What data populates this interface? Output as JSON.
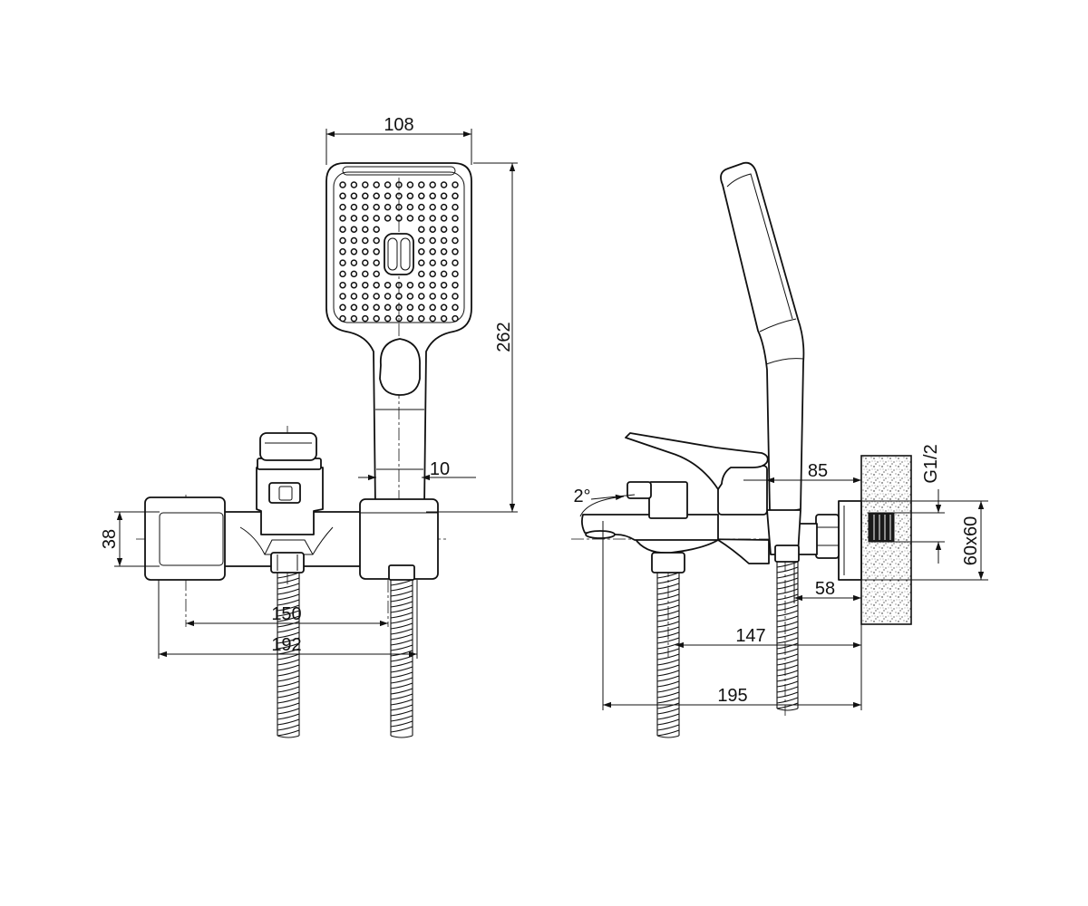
{
  "front_view": {
    "dimensions": {
      "head_width": "108",
      "total_height": "262",
      "holder_gap": "10",
      "body_height": "38",
      "center_distance": "150",
      "overall_width": "192"
    }
  },
  "side_view": {
    "dimensions": {
      "spout_angle": "2°",
      "holder_projection": "85",
      "thread": "G1/2",
      "plate_size": "60x60",
      "wall_offset": "58",
      "hose_outlet_offset": "147",
      "overall_depth": "195"
    }
  }
}
